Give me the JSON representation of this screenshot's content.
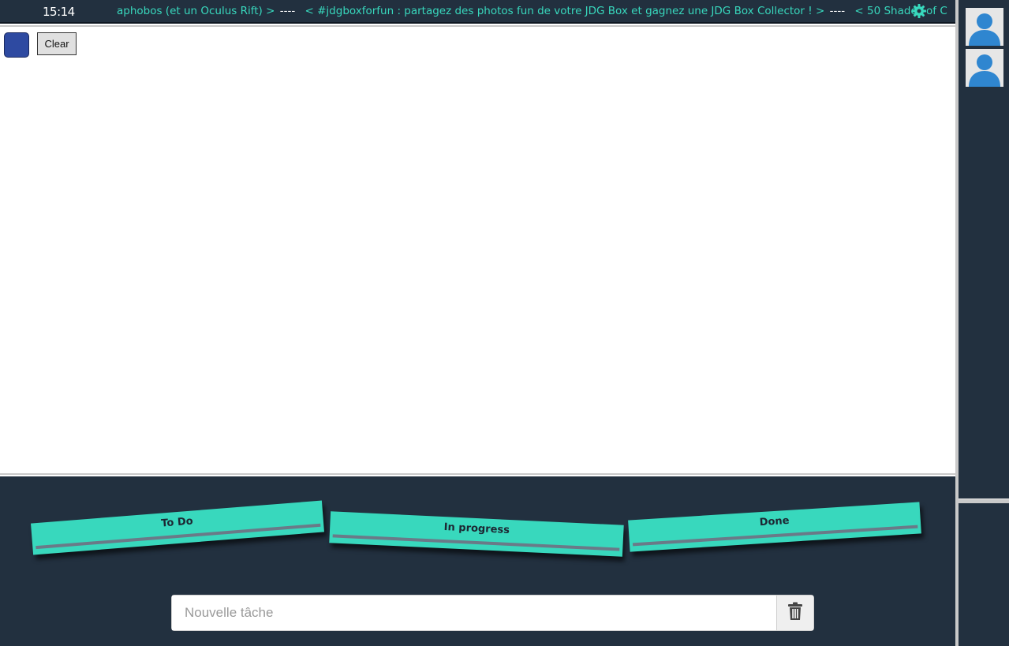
{
  "topbar": {
    "clock": "15:14",
    "ticker_items": [
      "aphobos (et un Oculus Rift) >",
      "< #jdgboxforfun : partagez des photos fun de votre JDG Box et gagnez une JDG Box Collector ! >",
      "< 50 Shades of C"
    ],
    "ticker_separator": "----",
    "settings_icon": "gear-icon"
  },
  "whiteboard": {
    "pen_color": "#2e4aa1",
    "clear_label": "Clear"
  },
  "kanban": {
    "columns": [
      {
        "title": "To Do"
      },
      {
        "title": "In progress"
      },
      {
        "title": "Done"
      }
    ],
    "new_task_placeholder": "Nouvelle tâche",
    "delete_icon": "trash-icon"
  },
  "sidebar": {
    "avatars": [
      {
        "icon": "user-avatar-icon"
      },
      {
        "icon": "user-avatar-icon"
      }
    ]
  },
  "colors": {
    "accent": "#38d8bd",
    "dark_bg": "#22303f",
    "avatar_blue": "#2f86d0"
  }
}
